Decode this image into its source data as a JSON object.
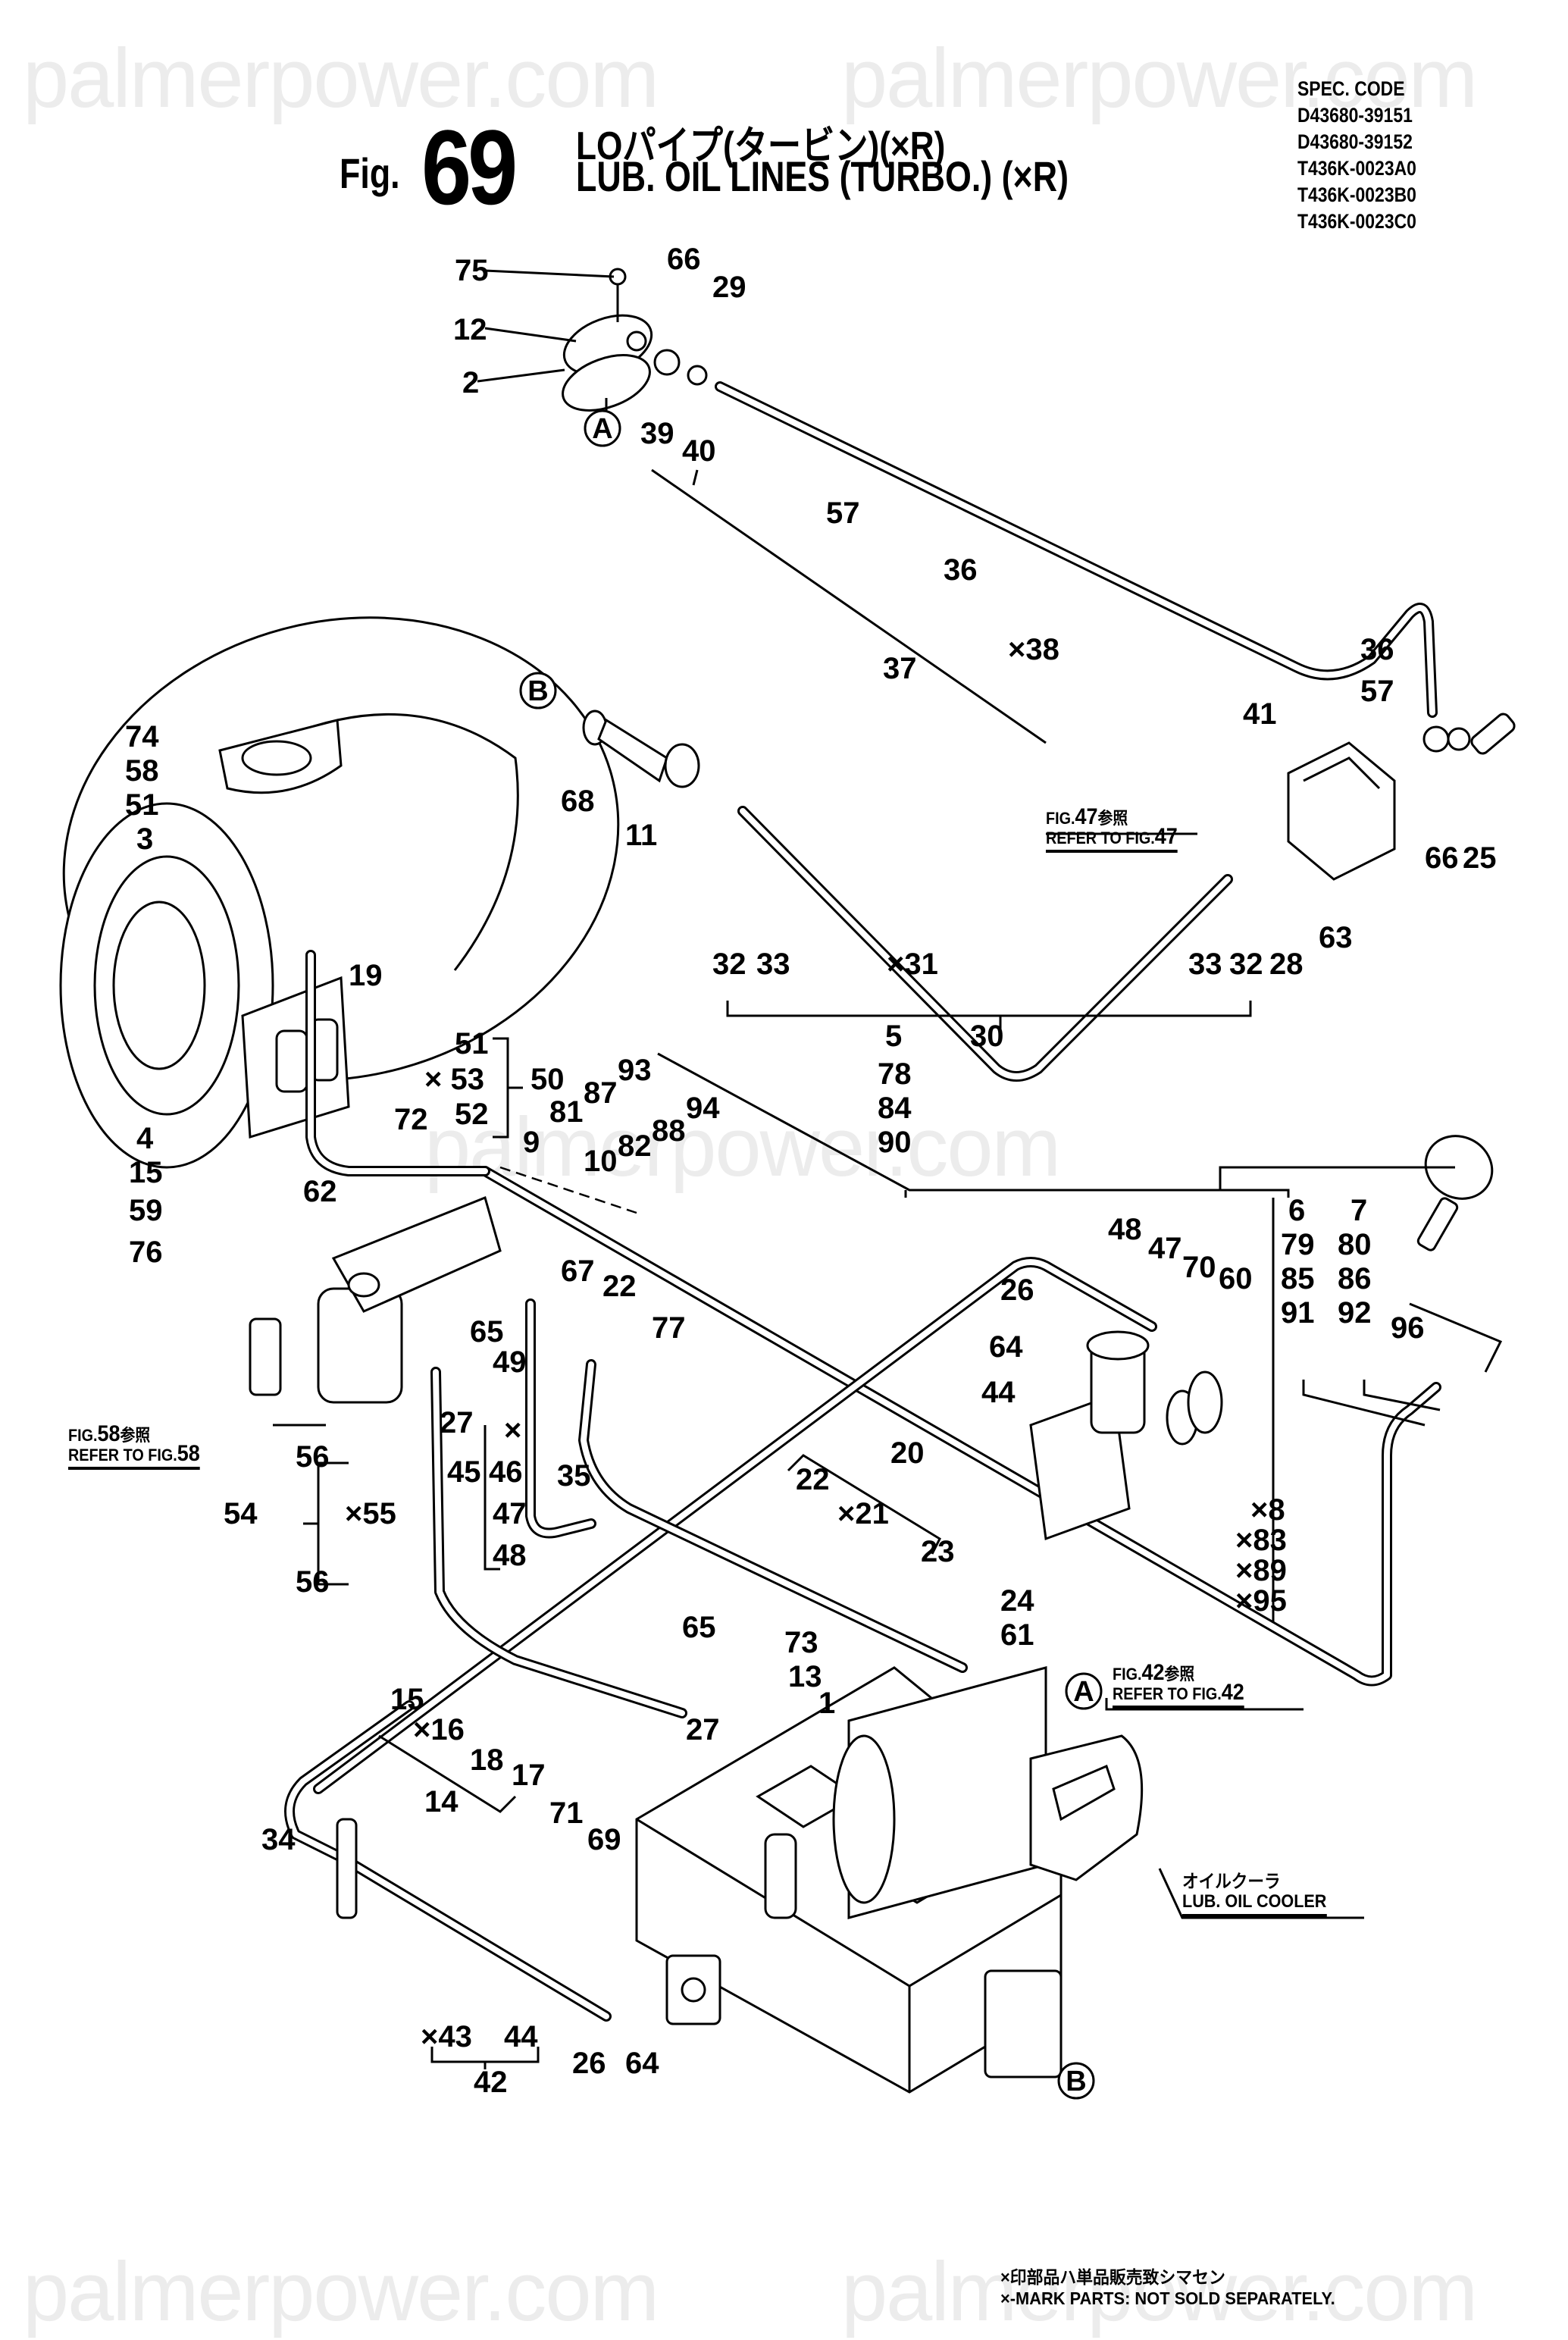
{
  "watermark": "palmerpower.com",
  "header": {
    "fig_word": "Fig.",
    "fig_number": "69",
    "title_jp": "LOパイプ(タービン)(×R)",
    "title_en": "LUB. OIL LINES (TURBO.) (×R)",
    "spec_code_label": "SPEC. CODE",
    "spec_codes": [
      "D43680-39151",
      "D43680-39152",
      "T436K-0023A0",
      "T436K-0023B0",
      "T436K-0023C0"
    ]
  },
  "references": {
    "fig47": {
      "jp": "FIG.",
      "num": "47",
      "jp_suffix": "参照",
      "en": "REFER TO FIG.",
      "en_num": "47"
    },
    "fig58": {
      "jp": "FIG.",
      "num": "58",
      "jp_suffix": "参照",
      "en": "REFER TO FIG.",
      "en_num": "58"
    },
    "fig42": {
      "jp": "FIG.",
      "num": "42",
      "jp_suffix": "参照",
      "en": "REFER TO FIG.",
      "en_num": "42"
    }
  },
  "component_labels": {
    "oil_cooler_jp": "オイルクーラ",
    "oil_cooler_en": "LUB. OIL COOLER"
  },
  "connectors": [
    "A",
    "B"
  ],
  "callouts": [
    {
      "id": "c75",
      "text": "75"
    },
    {
      "id": "c66a",
      "text": "66"
    },
    {
      "id": "c29",
      "text": "29"
    },
    {
      "id": "c12",
      "text": "12"
    },
    {
      "id": "c2",
      "text": "2"
    },
    {
      "id": "c39",
      "text": "39"
    },
    {
      "id": "c40",
      "text": "40"
    },
    {
      "id": "c57a",
      "text": "57"
    },
    {
      "id": "c36a",
      "text": "36"
    },
    {
      "id": "c37",
      "text": "37"
    },
    {
      "id": "c38",
      "text": "×38"
    },
    {
      "id": "c36b",
      "text": "36"
    },
    {
      "id": "c57b",
      "text": "57"
    },
    {
      "id": "c41",
      "text": "41"
    },
    {
      "id": "c66b",
      "text": "66"
    },
    {
      "id": "c25",
      "text": "25"
    },
    {
      "id": "c68",
      "text": "68"
    },
    {
      "id": "c11",
      "text": "11"
    },
    {
      "id": "c32a",
      "text": "32"
    },
    {
      "id": "c33a",
      "text": "33"
    },
    {
      "id": "c31",
      "text": "×31"
    },
    {
      "id": "c33b",
      "text": "33"
    },
    {
      "id": "c32b",
      "text": "32"
    },
    {
      "id": "c28",
      "text": "28"
    },
    {
      "id": "c63",
      "text": "63"
    },
    {
      "id": "c30",
      "text": "30"
    },
    {
      "id": "c5",
      "text": "5"
    },
    {
      "id": "c78",
      "text": "78"
    },
    {
      "id": "c84",
      "text": "84"
    },
    {
      "id": "c90",
      "text": "90"
    },
    {
      "id": "c74",
      "text": "74"
    },
    {
      "id": "c58",
      "text": "58"
    },
    {
      "id": "c51a",
      "text": "51"
    },
    {
      "id": "c3",
      "text": "3"
    },
    {
      "id": "c19",
      "text": "19"
    },
    {
      "id": "c51b",
      "text": "51"
    },
    {
      "id": "c53",
      "text": "× 53"
    },
    {
      "id": "c52",
      "text": "52"
    },
    {
      "id": "c50",
      "text": "50"
    },
    {
      "id": "c72",
      "text": "72"
    },
    {
      "id": "c81",
      "text": "81"
    },
    {
      "id": "c87",
      "text": "87"
    },
    {
      "id": "c93",
      "text": "93"
    },
    {
      "id": "c9",
      "text": "9"
    },
    {
      "id": "c10",
      "text": "10"
    },
    {
      "id": "c82",
      "text": "82"
    },
    {
      "id": "c88",
      "text": "88"
    },
    {
      "id": "c94",
      "text": "94"
    },
    {
      "id": "c4",
      "text": "4"
    },
    {
      "id": "c15a",
      "text": "15"
    },
    {
      "id": "c59",
      "text": "59"
    },
    {
      "id": "c76",
      "text": "76"
    },
    {
      "id": "c62",
      "text": "62"
    },
    {
      "id": "c6",
      "text": "6"
    },
    {
      "id": "c79",
      "text": "79"
    },
    {
      "id": "c85",
      "text": "85"
    },
    {
      "id": "c91",
      "text": "91"
    },
    {
      "id": "c7",
      "text": "7"
    },
    {
      "id": "c80",
      "text": "80"
    },
    {
      "id": "c86",
      "text": "86"
    },
    {
      "id": "c92",
      "text": "92"
    },
    {
      "id": "c96",
      "text": "96"
    },
    {
      "id": "c48a",
      "text": "48"
    },
    {
      "id": "c47a",
      "text": "47"
    },
    {
      "id": "c70",
      "text": "70"
    },
    {
      "id": "c60",
      "text": "60"
    },
    {
      "id": "c26a",
      "text": "26"
    },
    {
      "id": "c64a",
      "text": "64"
    },
    {
      "id": "c44a",
      "text": "44"
    },
    {
      "id": "c67",
      "text": "67"
    },
    {
      "id": "c22a",
      "text": "22"
    },
    {
      "id": "c65a",
      "text": "65"
    },
    {
      "id": "c49",
      "text": "49"
    },
    {
      "id": "c77",
      "text": "77"
    },
    {
      "id": "c27a",
      "text": "27"
    },
    {
      "id": "c56a",
      "text": "56"
    },
    {
      "id": "c54",
      "text": "54"
    },
    {
      "id": "c55",
      "text": "×55"
    },
    {
      "id": "c56b",
      "text": "56"
    },
    {
      "id": "c45",
      "text": "45"
    },
    {
      "id": "c46x",
      "text": "×"
    },
    {
      "id": "c46",
      "text": "46"
    },
    {
      "id": "c47b",
      "text": "47"
    },
    {
      "id": "c48b",
      "text": "48"
    },
    {
      "id": "c35",
      "text": "35"
    },
    {
      "id": "c20",
      "text": "20"
    },
    {
      "id": "c22b",
      "text": "22"
    },
    {
      "id": "c21",
      "text": "×21"
    },
    {
      "id": "c23",
      "text": "23"
    },
    {
      "id": "c24",
      "text": "24"
    },
    {
      "id": "c61",
      "text": "61"
    },
    {
      "id": "c8",
      "text": "×8"
    },
    {
      "id": "c83",
      "text": "×83"
    },
    {
      "id": "c89",
      "text": "×89"
    },
    {
      "id": "c95",
      "text": "×95"
    },
    {
      "id": "c65b",
      "text": "65"
    },
    {
      "id": "c73",
      "text": "73"
    },
    {
      "id": "c13",
      "text": "13"
    },
    {
      "id": "c1",
      "text": "1"
    },
    {
      "id": "c27b",
      "text": "27"
    },
    {
      "id": "c15b",
      "text": "15"
    },
    {
      "id": "c16",
      "text": "×16"
    },
    {
      "id": "c18",
      "text": "18"
    },
    {
      "id": "c17",
      "text": "17"
    },
    {
      "id": "c14",
      "text": "14"
    },
    {
      "id": "c71",
      "text": "71"
    },
    {
      "id": "c69",
      "text": "69"
    },
    {
      "id": "c34",
      "text": "34"
    },
    {
      "id": "c43",
      "text": "×43"
    },
    {
      "id": "c44b",
      "text": "44"
    },
    {
      "id": "c42",
      "text": "42"
    },
    {
      "id": "c26b",
      "text": "26"
    },
    {
      "id": "c64b",
      "text": "64"
    }
  ],
  "footnote": {
    "jp": "×印部品ハ単品販売致シマセン",
    "en": "×-MARK PARTS: NOT SOLD SEPARATELY."
  }
}
